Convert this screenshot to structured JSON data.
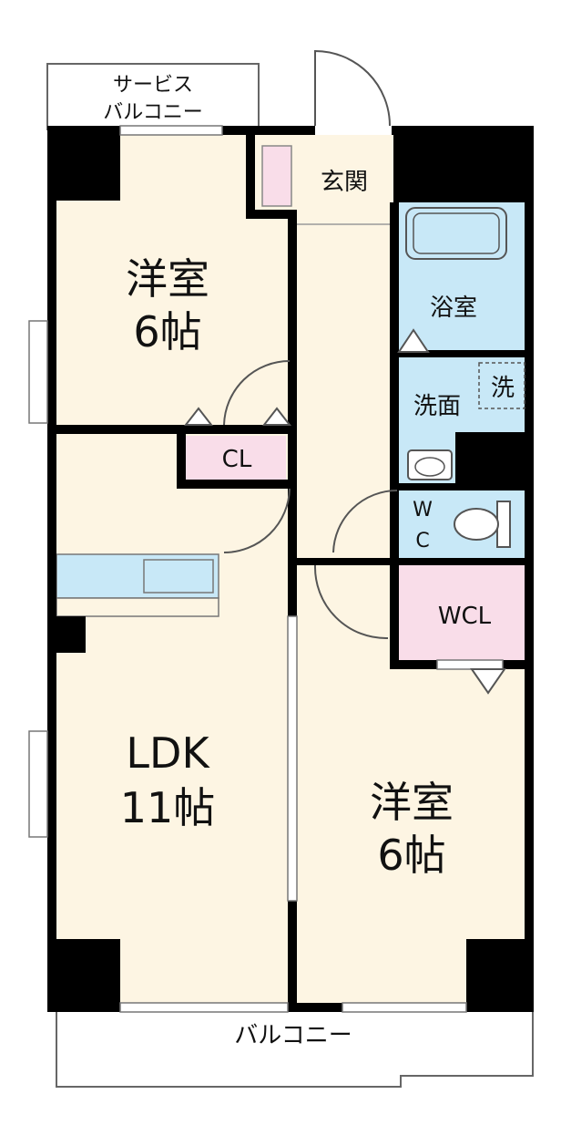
{
  "rooms": {
    "service_balcony": {
      "line1": "サービス",
      "line2": "バルコニー"
    },
    "genkan": "玄関",
    "yoshitsu_nw": {
      "name": "洋室",
      "size": "6帖"
    },
    "bath": "浴室",
    "washroom": "洗面",
    "washer": "洗",
    "cl": "CL",
    "wc": {
      "line1": "W",
      "line2": "C"
    },
    "wcl": "WCL",
    "ldk": {
      "name": "LDK",
      "size": "11帖"
    },
    "yoshitsu_se": {
      "name": "洋室",
      "size": "6帖"
    },
    "balcony": "バルコニー"
  },
  "colors": {
    "wall": "#000000",
    "room_floor": "#fdf5e3",
    "wet_area": "#c8e8f7",
    "closet": "#f9dde9",
    "outline": "#555555"
  }
}
